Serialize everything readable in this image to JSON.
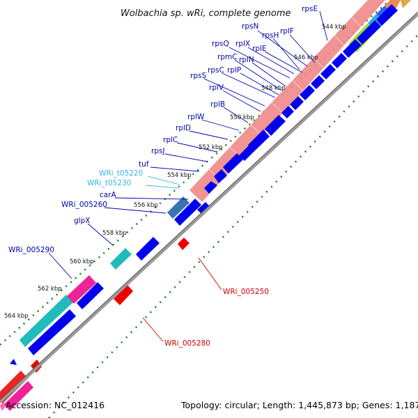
{
  "title": "Wolbachia sp. wRi, complete genome",
  "footer": {
    "accession": "Accession: NC_012416",
    "summary": "Topology: circular; Length: 1,445,873 bp; Genes: 1,187"
  },
  "ticks": [
    "544 kbp",
    "546 kbp",
    "548 kbp",
    "550 kbp",
    "552 kbp",
    "554 kbp",
    "556 kbp",
    "558 kbp",
    "560 kbp",
    "562 kbp",
    "564 kbp"
  ],
  "genes_top": [
    "rpsE",
    "rpsN",
    "rplF",
    "rpsH",
    "rpsQ",
    "rplX",
    "rplE",
    "rpmC",
    "rplN",
    "rpsC",
    "rplP",
    "rpsS",
    "rplV",
    "rplB",
    "rplW",
    "rplD",
    "rplC",
    "rpsJ",
    "tuf",
    "WRi_t05220",
    "WRi_t05230",
    "carA",
    "WRi_005260",
    "glpX",
    "WRi_005290"
  ],
  "genes_bottom": [
    "WRi_005250",
    "WRi_005280"
  ],
  "colors": {
    "gene_label": "#0000b0",
    "trna_label": "#33b7e0",
    "reverse_label": "#cc0000",
    "backbone": "#9a9a9a",
    "forward_cds": "#0000ee",
    "reverse_cds": "#ee0000",
    "tick": "#1a7a1a",
    "ribosomal_band": "#ee8888"
  }
}
